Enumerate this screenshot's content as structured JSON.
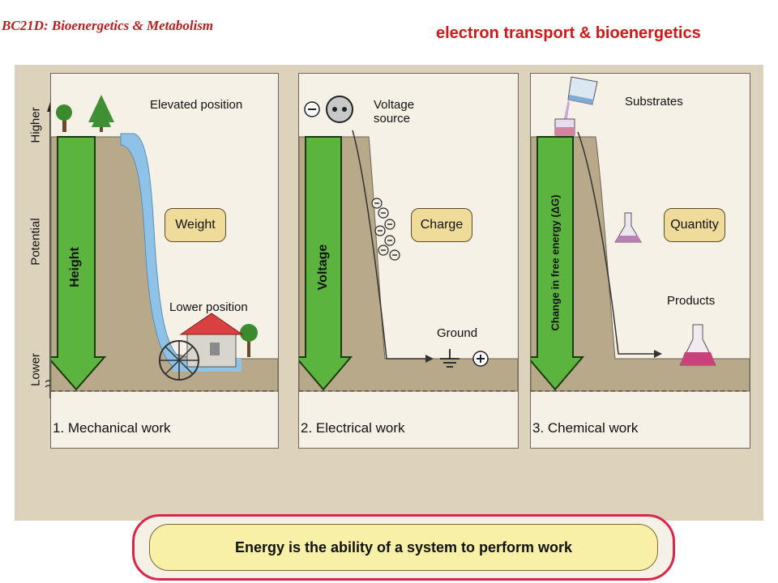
{
  "header": {
    "course": "BC21D: Bioenergetics & Metabolism",
    "topic": "electron transport & bioenergetics"
  },
  "axis": {
    "higher": "Higher",
    "potential": "Potential",
    "lower": "Lower"
  },
  "panels": [
    {
      "caption": "1. Mechanical work",
      "top_label": "Elevated position",
      "arrow_label": "Height",
      "box_label": "Weight",
      "bottom_label": "Lower position"
    },
    {
      "caption": "2. Electrical work",
      "top_label": "Voltage\nsource",
      "arrow_label": "Voltage",
      "box_label": "Charge",
      "bottom_label": "Ground"
    },
    {
      "caption": "3. Chemical work",
      "top_label": "Substrates",
      "arrow_label": "Change in free energy (ΔG)",
      "box_label": "Quantity",
      "bottom_label": "Products"
    }
  ],
  "banner": "Energy is the ability of a system to perform work",
  "colors": {
    "arrow_fill": "#5bb43d",
    "water": "#8ec2e6",
    "ground": "#b8a98a",
    "box": "#f0dc9a",
    "banner_border": "#d9264a",
    "flask_pink": "#c9407a",
    "house_roof": "#d94040"
  }
}
